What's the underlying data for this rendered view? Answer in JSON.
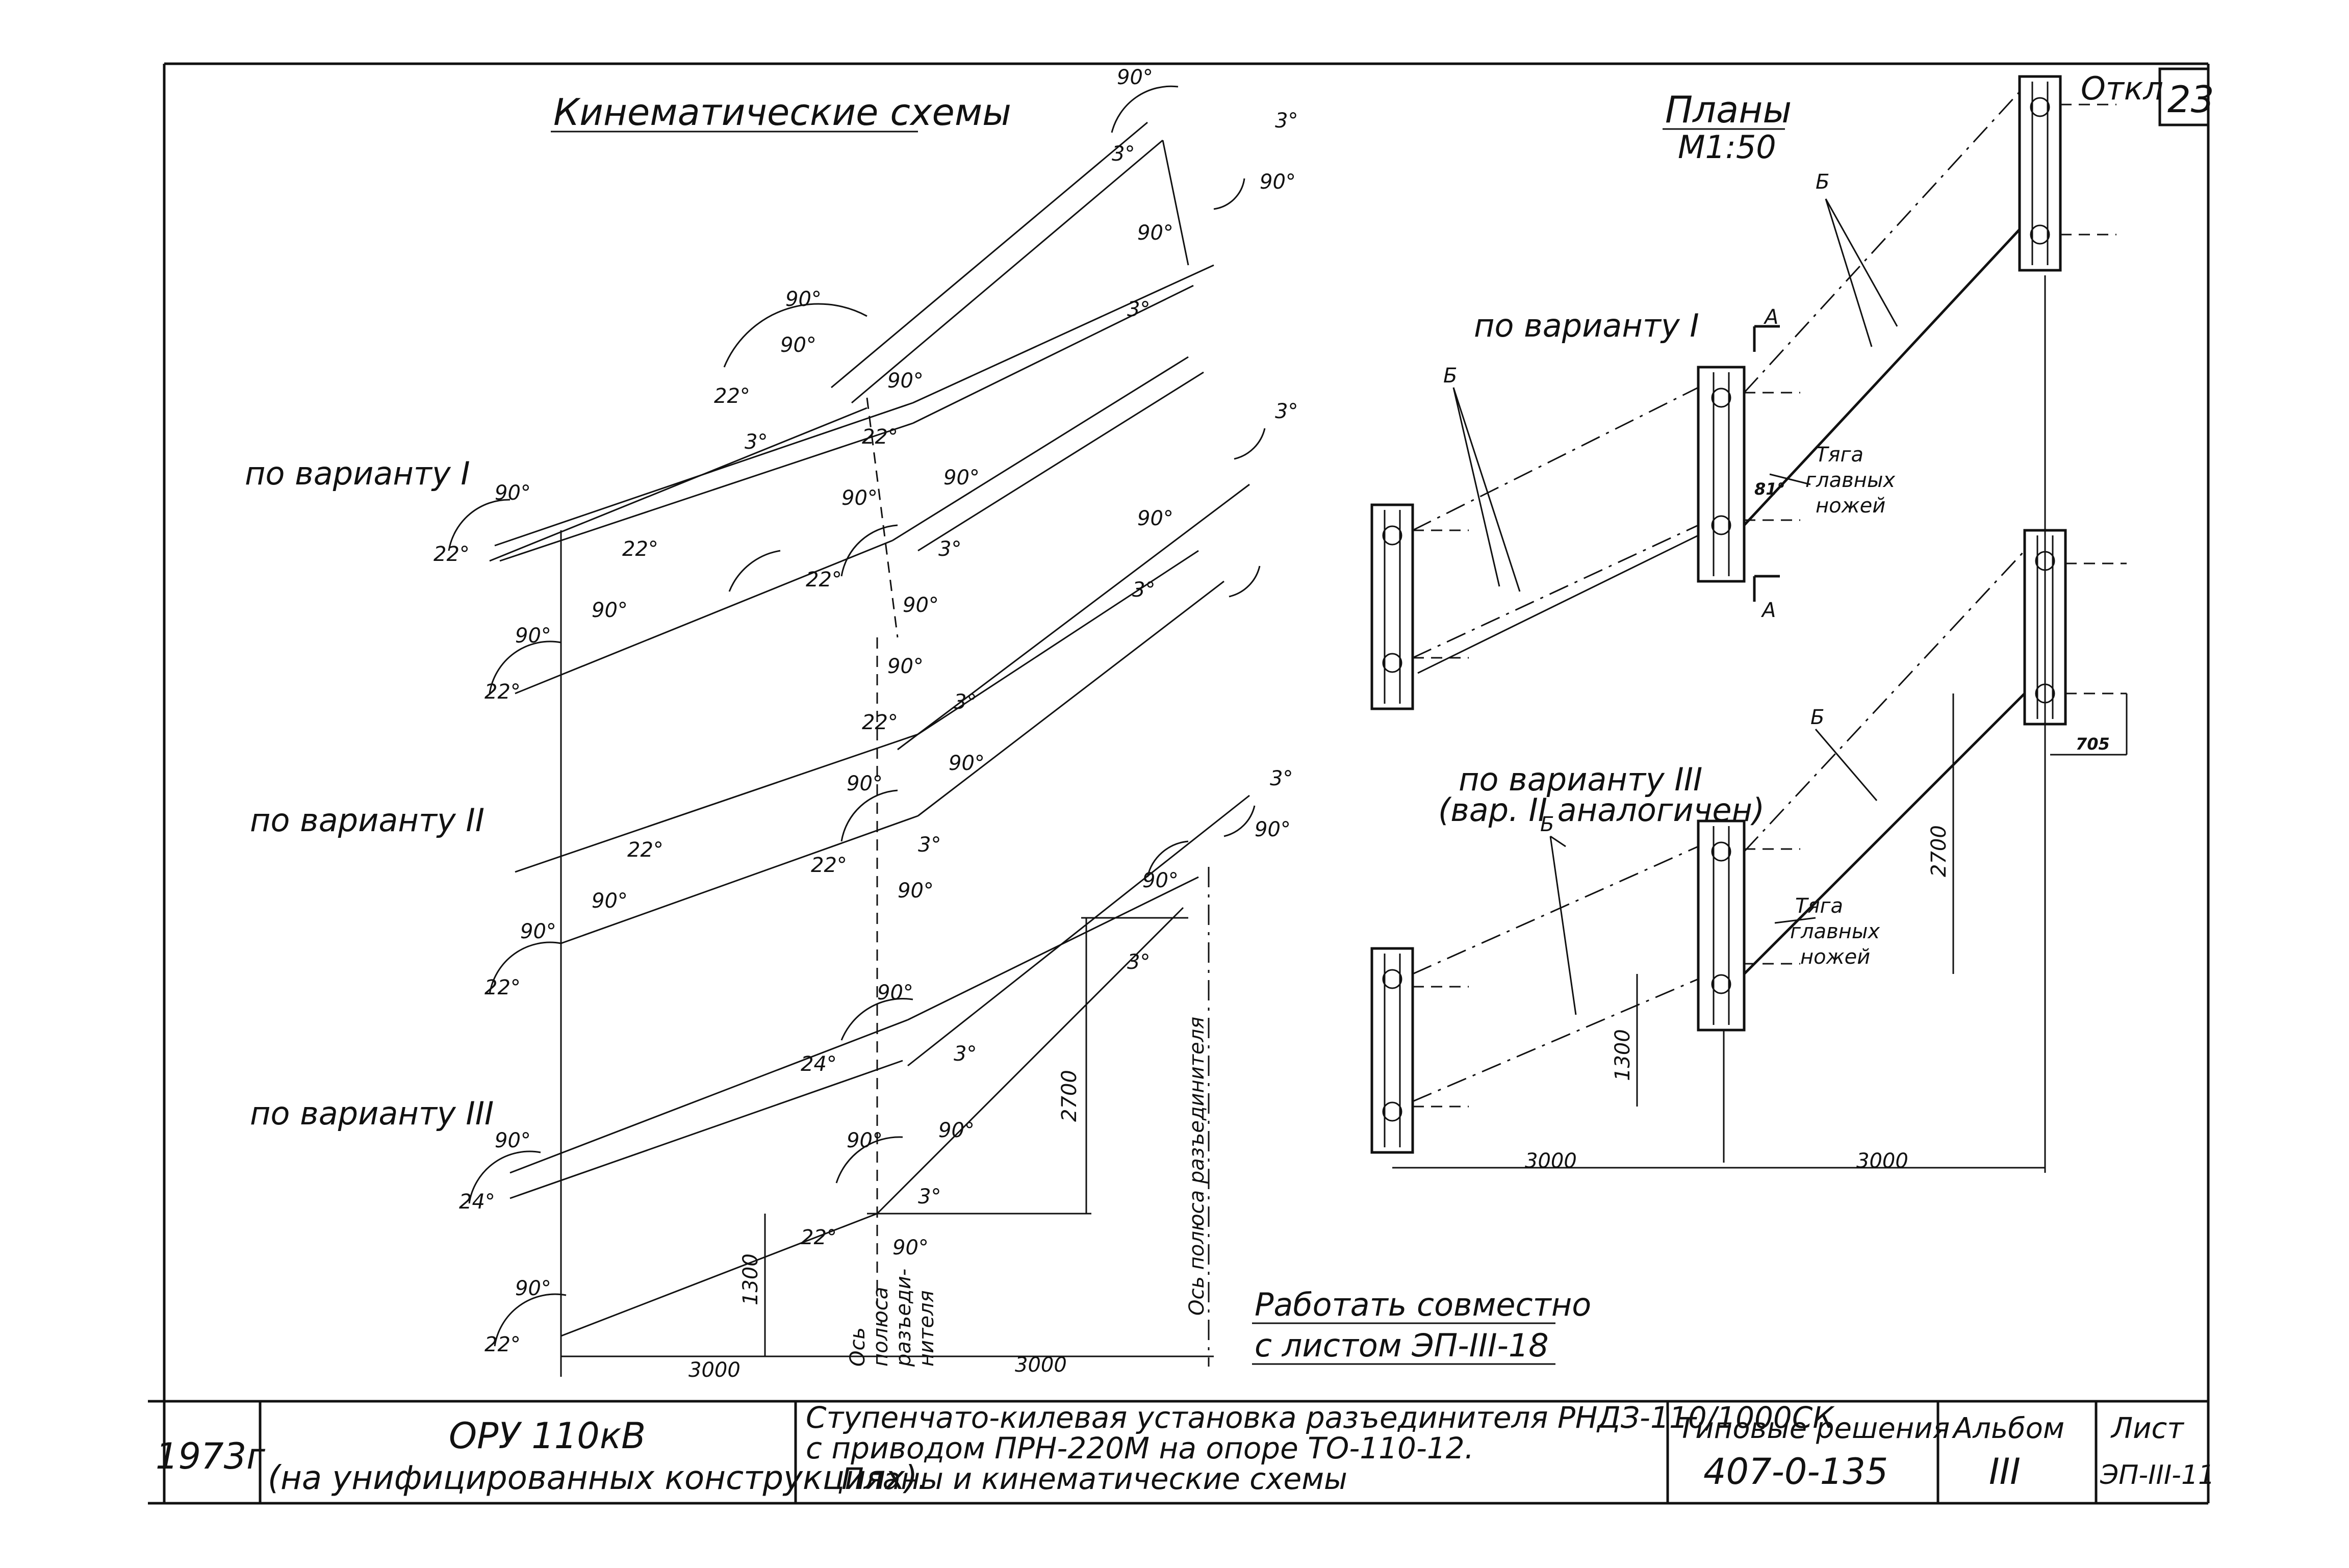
{
  "sheet_number": "23",
  "headers": {
    "kinematic": "Кинематические схемы",
    "plans": "Планы",
    "plans_scale": "М1:50"
  },
  "kinematic_variants": {
    "v1": "по варианту I",
    "v2": "по варианту II",
    "v3": "по варианту III"
  },
  "plan_labels": {
    "variant1": "по варианту I",
    "variant3_line1": "по варианту III",
    "variant3_line2": "(вар. II аналогичен)",
    "open_label": "Откл",
    "section_a": "А",
    "b_label": "Б",
    "tyaga_1": "Тяга",
    "tyaga_2": "главных",
    "tyaga_3": "ножей",
    "angle_81": "81°",
    "dim_705": "705",
    "dim_2700": "2700",
    "dim_1300": "1300",
    "dim_3000": "3000"
  },
  "angles": {
    "a90": "90°",
    "a22": "22°",
    "a3": "3°",
    "a24": "24°"
  },
  "axes": {
    "axis_pole_1": "Ось",
    "axis_pole_2": "полюса",
    "axis_pole_3": "разъеди-",
    "axis_pole_4": "нителя",
    "axis_pole_full": "Ось полюса разъединителя"
  },
  "note": {
    "line1": "Работать совместно",
    "line2": "с листом ЭП-III-18"
  },
  "title_block": {
    "year": "1973г",
    "object_line1": "ОРУ 110кВ",
    "object_line2": "(на унифицированных конструкциях).",
    "desc_line1": "Ступенчато-килевая установка разъединителя РНДЗ-110/1000СК",
    "desc_line2": "с приводом ПРН-220М на опоре ТО-110-12.",
    "desc_line3": "Планы и кинематические схемы",
    "typical_label": "Типовые решения",
    "typical_value": "407-0-135",
    "album_label": "Альбом",
    "album_value": "III",
    "sheet_label": "Лист",
    "sheet_value": "ЭП-III-11"
  }
}
